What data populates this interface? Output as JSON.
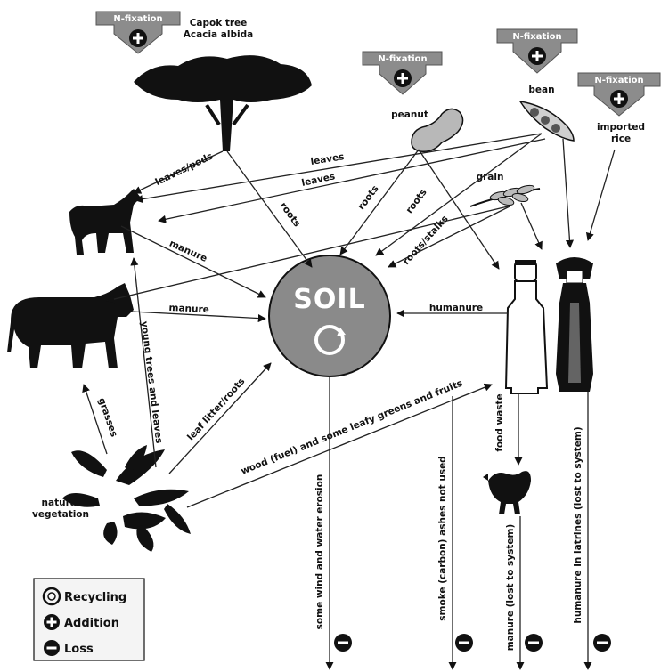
{
  "colors": {
    "ink": "#1a1a1a",
    "fixation_arrow": "#8c8c8c",
    "soil": "#8a8a8a",
    "legend_bg": "#f4f4f4"
  },
  "nfixation_label": "N-fixation",
  "icons": {
    "addition": "plus-circle-icon",
    "loss": "minus-circle-icon",
    "recycling": "recycle-circle-icon"
  },
  "soil_label": "SOIL",
  "nodes": {
    "tree_line1": "Capok tree",
    "tree_line2": "Acacia albida",
    "peanut": "peanut",
    "bean": "bean",
    "rice_line1": "imported",
    "rice_line2": "rice",
    "grain": "grain",
    "vegetation_line1": "natural",
    "vegetation_line2": "vegetation"
  },
  "flows": {
    "leaves_pods": "leaves/pods",
    "leaves_upper": "leaves",
    "leaves_lower": "leaves",
    "roots_tree": "roots",
    "roots_peanut_a": "roots",
    "roots_peanut_b": "roots",
    "roots_stalks": "roots/stalks",
    "manure_goat": "manure",
    "manure_cow": "manure",
    "humanure": "humanure",
    "young_trees": "young trees and leaves",
    "grasses": "grasses",
    "leaf_litter": "leaf litter/roots",
    "wood_fuel": "wood (fuel) and some leafy greens and fruits",
    "food_waste": "food waste"
  },
  "losses": {
    "erosion": "some wind and water erosion",
    "smoke": "smoke (carbon) ashes not used",
    "manure": "manure (lost to system)",
    "latrines": "humanure in latrines (lost to system)"
  },
  "legend": {
    "recycling": "Recycling",
    "addition": "Addition",
    "loss": "Loss"
  }
}
